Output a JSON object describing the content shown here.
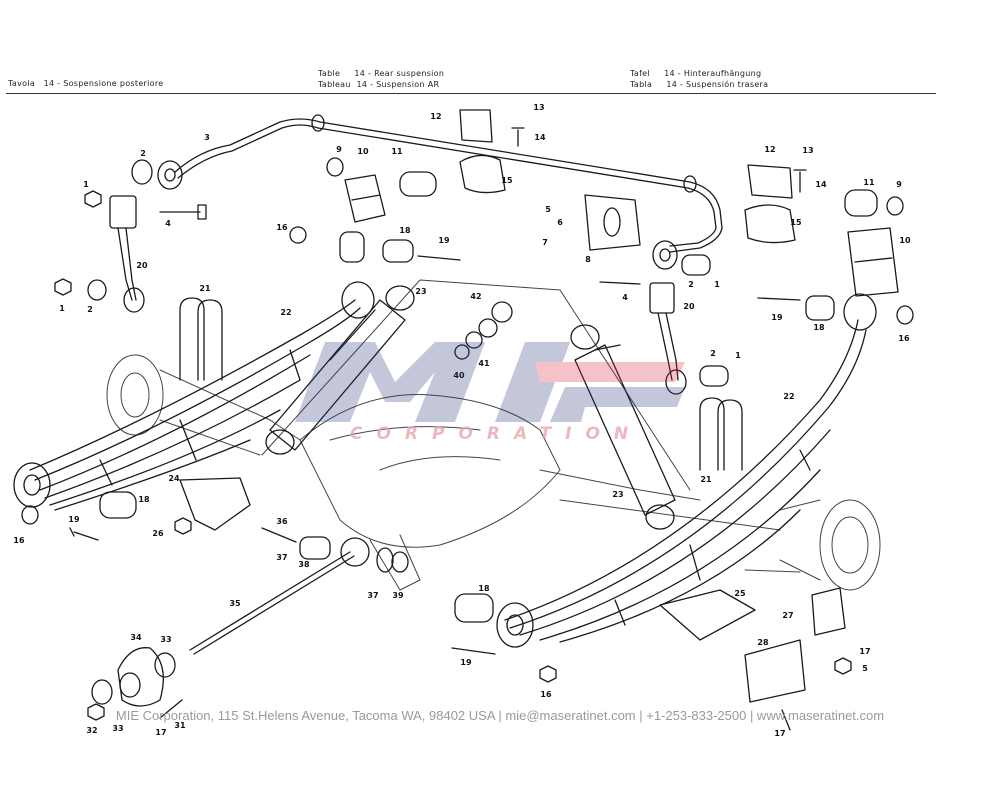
{
  "header": {
    "left": {
      "label": "Tavola",
      "num": "14",
      "title": "Sospensione posteriore"
    },
    "center": [
      {
        "label": "Table",
        "num": "14",
        "title": "Rear suspension"
      },
      {
        "label": "Tableau",
        "num": "14",
        "title": "Suspension AR"
      }
    ],
    "right": [
      {
        "label": "Tafel",
        "num": "14",
        "title": "Hinteraufhängung"
      },
      {
        "label": "Tabla",
        "num": "14",
        "title": "Suspensión trasera"
      }
    ]
  },
  "watermark": {
    "logo": "mie",
    "tagline": "CORPORATION"
  },
  "footer": "MIE Corporation, 115 St.Helens Avenue, Tacoma WA, 98402 USA  |  mie@maseratinet.com  |  +1-253-833-2500  |  www.maseratinet.com",
  "callouts": [
    "1",
    "1",
    "1",
    "1",
    "2",
    "2",
    "2",
    "2",
    "3",
    "4",
    "4",
    "5",
    "5",
    "6",
    "7",
    "8",
    "9",
    "9",
    "10",
    "10",
    "11",
    "11",
    "12",
    "12",
    "13",
    "13",
    "14",
    "14",
    "15",
    "15",
    "16",
    "16",
    "16",
    "16",
    "17",
    "17",
    "17",
    "18",
    "18",
    "18",
    "18",
    "19",
    "19",
    "19",
    "19",
    "20",
    "20",
    "21",
    "21",
    "22",
    "22",
    "23",
    "23",
    "24",
    "25",
    "26",
    "27",
    "28",
    "31",
    "32",
    "33",
    "33",
    "34",
    "35",
    "36",
    "37",
    "37",
    "38",
    "39",
    "40",
    "41",
    "42"
  ]
}
